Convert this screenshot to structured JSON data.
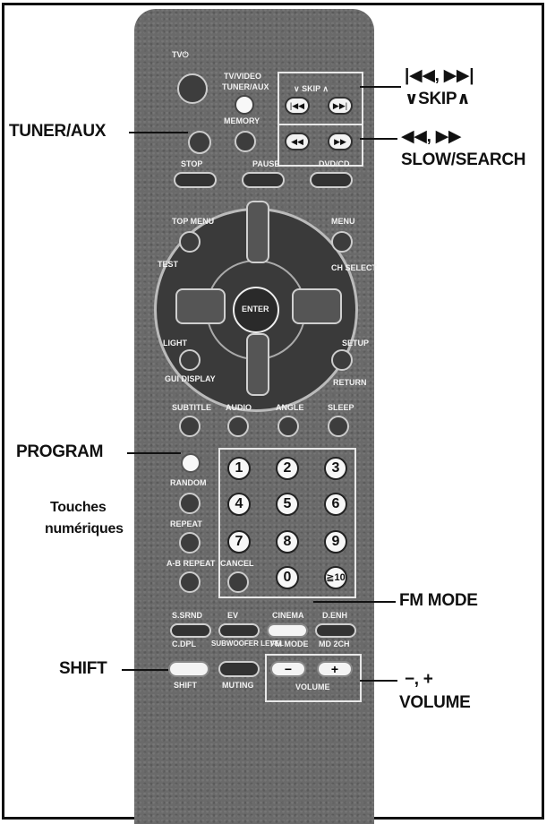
{
  "callouts": {
    "skip_line1": "|◀◀, ▶▶|",
    "skip_line2": "∨SKIP∧",
    "search_line1": "◀◀, ▶▶",
    "search_line2": "SLOW/SEARCH",
    "tuner_aux": "TUNER/AUX",
    "program": "PROGRAM",
    "touches_line1": "Touches",
    "touches_line2": "numériques",
    "fm_mode": "FM MODE",
    "shift": "SHIFT",
    "volume_line1": "−, +",
    "volume_line2": "VOLUME"
  },
  "remote": {
    "tv_power": "TV⏻",
    "tv_video": "TV/VIDEO",
    "tuner_aux": "TUNER/AUX",
    "skip": "∨ SKIP ∧",
    "memory": "MEMORY",
    "stop": "STOP",
    "pause": "PAUSE",
    "dvd_cd": "DVD/CD",
    "top_menu": "TOP MENU",
    "menu": "MENU",
    "test": "TEST",
    "ch_select": "CH SELECT",
    "enter": "ENTER",
    "light": "LIGHT",
    "setup": "SETUP",
    "gui_display": "GUI DISPLAY",
    "return": "RETURN",
    "subtitle": "SUBTITLE",
    "audio": "AUDIO",
    "angle": "ANGLE",
    "sleep": "SLEEP",
    "random": "RANDOM",
    "repeat": "REPEAT",
    "ab_repeat": "A-B REPEAT",
    "cancel": "CANCEL",
    "numbers": [
      "1",
      "2",
      "3",
      "4",
      "5",
      "6",
      "7",
      "8",
      "9",
      "0",
      "≧10"
    ],
    "s_srnd": "S.SRND",
    "ev": "EV",
    "cinema": "CINEMA",
    "d_enh": "D.ENH",
    "c_dpl": "C.DPL",
    "subwoofer_level": "SUBWOOFER LEVEL",
    "fm_mode": "FM MODE",
    "mch": "MD 2CH",
    "shift": "SHIFT",
    "muting": "MUTING",
    "volume": "VOLUME",
    "minus": "−",
    "plus": "+"
  }
}
